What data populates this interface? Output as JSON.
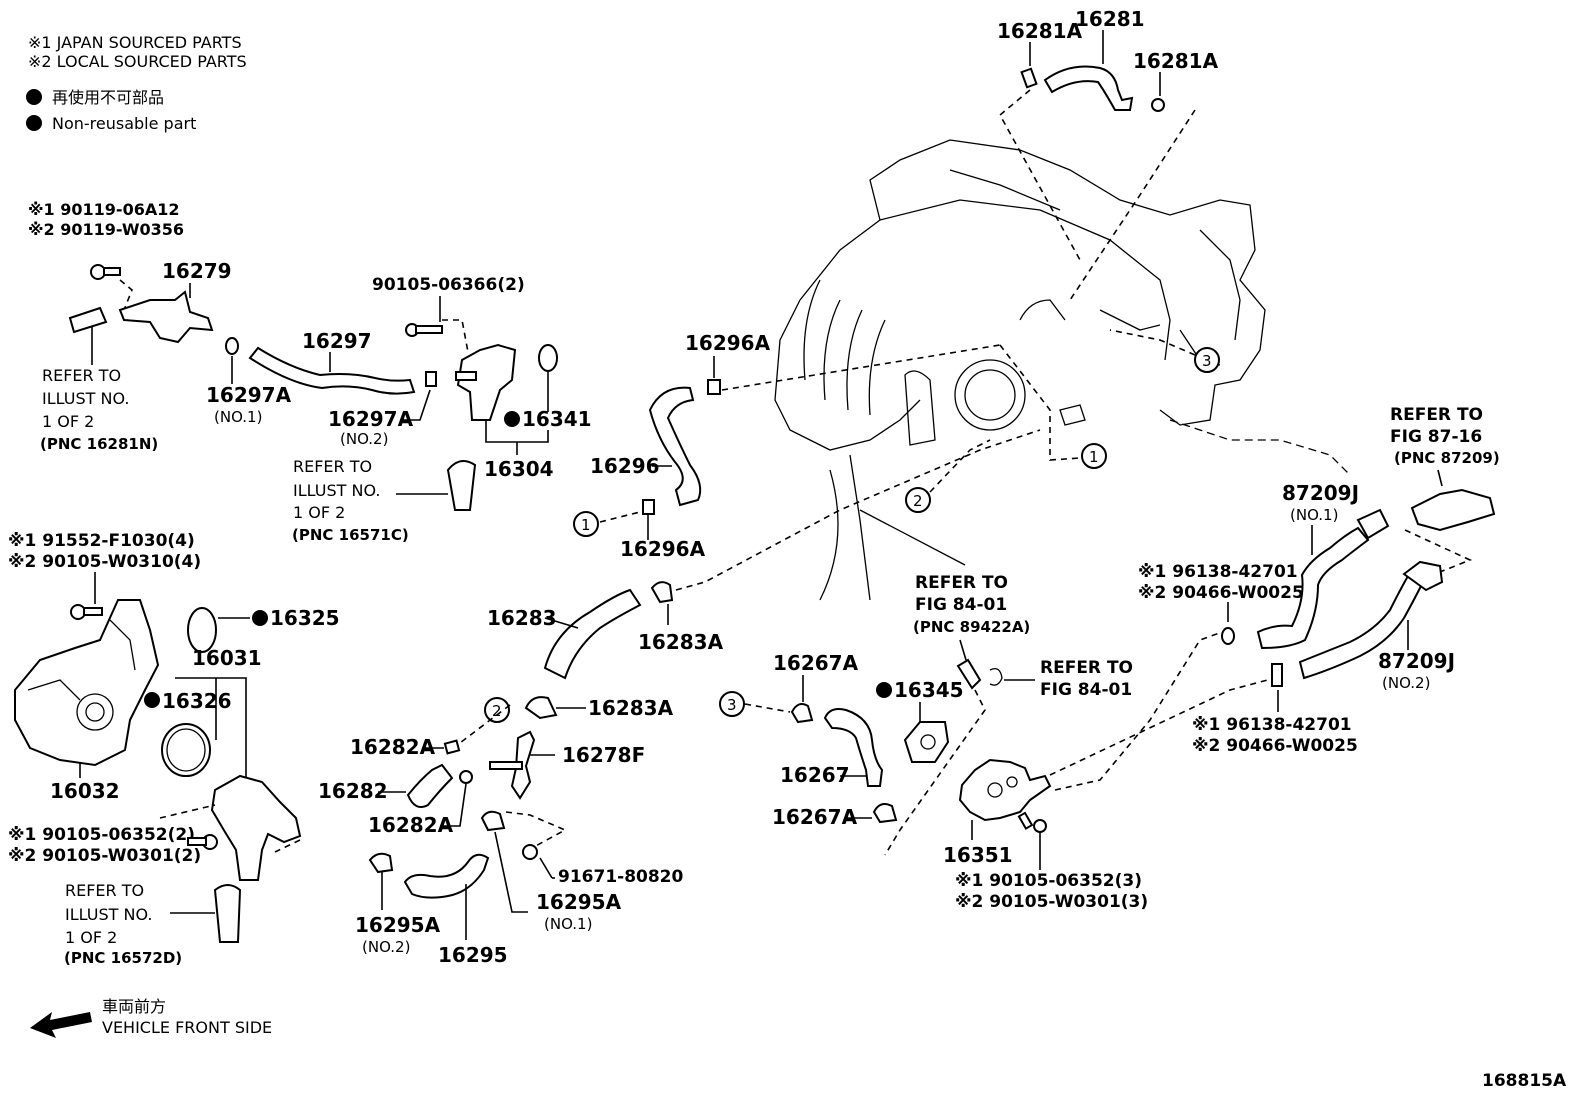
{
  "legend": {
    "japan": "※1  JAPAN SOURCED PARTS",
    "local": "※2  LOCAL SOURCED PARTS",
    "nonreuse_jp": "再使用不可部品",
    "nonreuse_en": "Non-reusable part"
  },
  "front": {
    "jp": "車両前方",
    "en": "VEHICLE FRONT SIDE"
  },
  "figure_id": "168815A",
  "markers": [
    "1",
    "2",
    "3"
  ],
  "labels": {
    "p16281A_a": "16281A",
    "p16281": "16281",
    "p16281A_b": "16281A",
    "bolt_jp_top": "※1 90119-06A12",
    "bolt_lc_top": "※2 90119-W0356",
    "p16279": "16279",
    "p90105_06366": "90105-06366(2)",
    "p16297": "16297",
    "p16297A_1": "16297A",
    "no1_a": "(NO.1)",
    "p16297A_2": "16297A",
    "no2_a": "(NO.2)",
    "p16341": "16341",
    "p16304": "16304",
    "p16296A_top": "16296A",
    "p16296": "16296",
    "p16296A_bot": "16296A",
    "p16283": "16283",
    "p16283A_1": "16283A",
    "p16283A_2": "16283A",
    "p16282A_1": "16282A",
    "p16282": "16282",
    "p16282A_2": "16282A",
    "p16278F": "16278F",
    "p91671": "91671-80820",
    "p16295A_1": "16295A",
    "no1_b": "(NO.1)",
    "p16295A_2": "16295A",
    "no2_b": "(NO.2)",
    "p16295": "16295",
    "bolt_jp_pump": "※1 91552-F1030(4)",
    "bolt_lc_pump": "※2 90105-W0310(4)",
    "p16325": "16325",
    "p16031": "16031",
    "p16326": "16326",
    "p16032": "16032",
    "bolt_jp_inlet": "※1 90105-06352(2)",
    "bolt_lc_inlet": "※2 90105-W0301(2)",
    "p16267A_1": "16267A",
    "p16267": "16267",
    "p16267A_2": "16267A",
    "p16345": "16345",
    "p16351": "16351",
    "bolt_jp_outlet": "※1 90105-06352(3)",
    "bolt_lc_outlet": "※2 90105-W0301(3)",
    "clamp_jp_1": "※1 96138-42701",
    "clamp_lc_1": "※2 90466-W0025",
    "clamp_jp_2": "※1 96138-42701",
    "clamp_lc_2": "※2 90466-W0025",
    "p87209J_1": "87209J",
    "no1_c": "(NO.1)",
    "p87209J_2": "87209J",
    "no2_c": "(NO.2)"
  },
  "refs": {
    "r1": {
      "l1": "REFER TO",
      "l2": "ILLUST NO.",
      "l3": "1 OF 2",
      "pnc": "(PNC 16281N)"
    },
    "r2": {
      "l1": "REFER TO",
      "l2": "ILLUST NO.",
      "l3": "1 OF 2",
      "pnc": "(PNC 16571C)"
    },
    "r3": {
      "l1": "REFER TO",
      "l2": "ILLUST NO.",
      "l3": "1 OF 2",
      "pnc": "(PNC 16572D)"
    },
    "r4": {
      "l1": "REFER TO",
      "l2": "FIG 84-01",
      "pnc": "(PNC 89422A)"
    },
    "r5": {
      "l1": "REFER TO",
      "l2": "FIG 84-01"
    },
    "r6": {
      "l1": "REFER TO",
      "l2": "FIG 87-16",
      "pnc": "(PNC 87209)"
    }
  }
}
